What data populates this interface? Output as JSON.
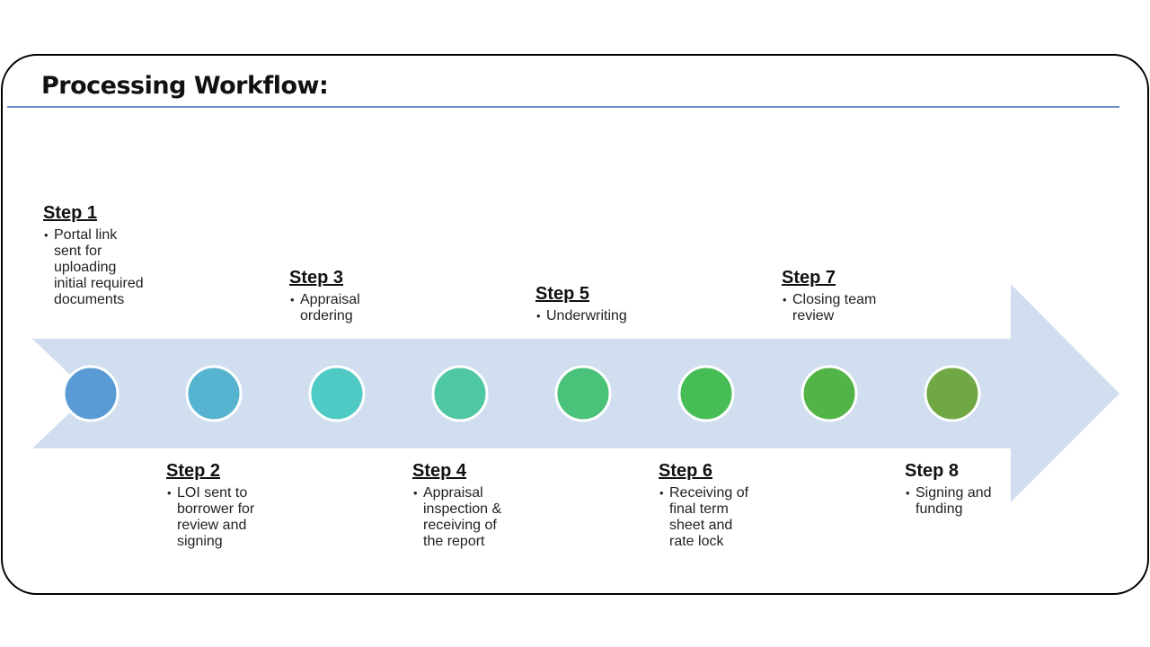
{
  "title": "Processing Workflow:",
  "colors": {
    "arrow": "#D0DEEF",
    "rule": "#6F8FD0"
  },
  "steps": [
    {
      "label": "Step 1",
      "text": "Portal link sent for uploading initial required documents",
      "color": "#5B9BD5"
    },
    {
      "label": "Step 2",
      "text": "LOI sent to borrower for review and signing",
      "color": "#56B4D0"
    },
    {
      "label": "Step 3",
      "text": "Appraisal ordering",
      "color": "#50CAC5"
    },
    {
      "label": "Step 4",
      "text": "Appraisal inspection & receiving of the report",
      "color": "#4EC7A2"
    },
    {
      "label": "Step 5",
      "text": "Underwriting",
      "color": "#4BC27A"
    },
    {
      "label": "Step 6",
      "text": "Receiving of final term sheet and rate lock",
      "color": "#47BD55"
    },
    {
      "label": "Step 7",
      "text": "Closing team review",
      "color": "#52B446"
    },
    {
      "label": "Step 8",
      "text": "Signing and funding",
      "color": "#70A845"
    }
  ]
}
